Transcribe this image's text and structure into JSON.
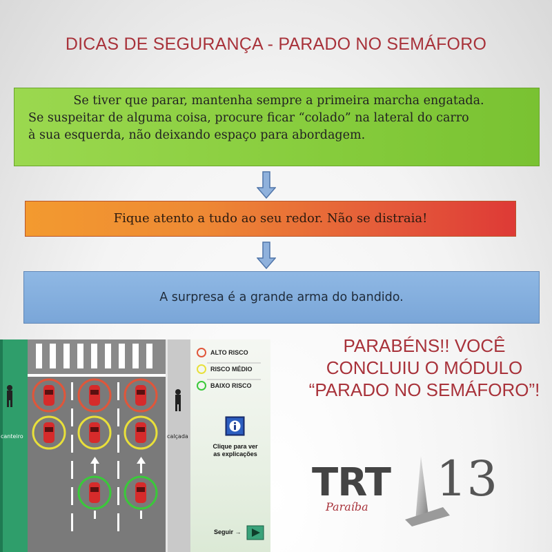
{
  "title": "DICAS DE SEGURANÇA - PARADO NO SEMÁFORO",
  "tips": {
    "green_line1": "Se  tiver que parar, mantenha sempre a primeira marcha engatada.",
    "green_line2": "Se suspeitar de alguma coisa, procure ficar “colado” na lateral do carro",
    "green_line3": "à sua esquerda, não deixando espaço para abordagem.",
    "orange": "Fique atento a tudo ao seu redor. Não se distraia!",
    "blue": "A surpresa é a grande arma do bandido."
  },
  "diagram": {
    "left_label": "canteiro",
    "right_label": "calçada",
    "legend": [
      {
        "label": "ALTO RISCO",
        "color": "#e0563a"
      },
      {
        "label": "RISCO MÉDIO",
        "color": "#e8e03a"
      },
      {
        "label": "BAIXO RISCO",
        "color": "#3ac93a"
      }
    ],
    "info_text_1": "Clique para ver",
    "info_text_2": "as explicações",
    "next_label": "Seguir →"
  },
  "congrats": {
    "line1": "PARABÉNS!! VOCÊ",
    "line2": "CONCLUIU O MÓDULO",
    "line3": "“PARADO NO SEMÁFORO”!"
  },
  "logo": {
    "text": "TRT",
    "number": "13",
    "sub": "Paraíba"
  },
  "colors": {
    "title": "#a8323a",
    "green_box": "#86cc3c",
    "orange_box": "#ee8a34",
    "blue_box": "#7aa6d8"
  }
}
